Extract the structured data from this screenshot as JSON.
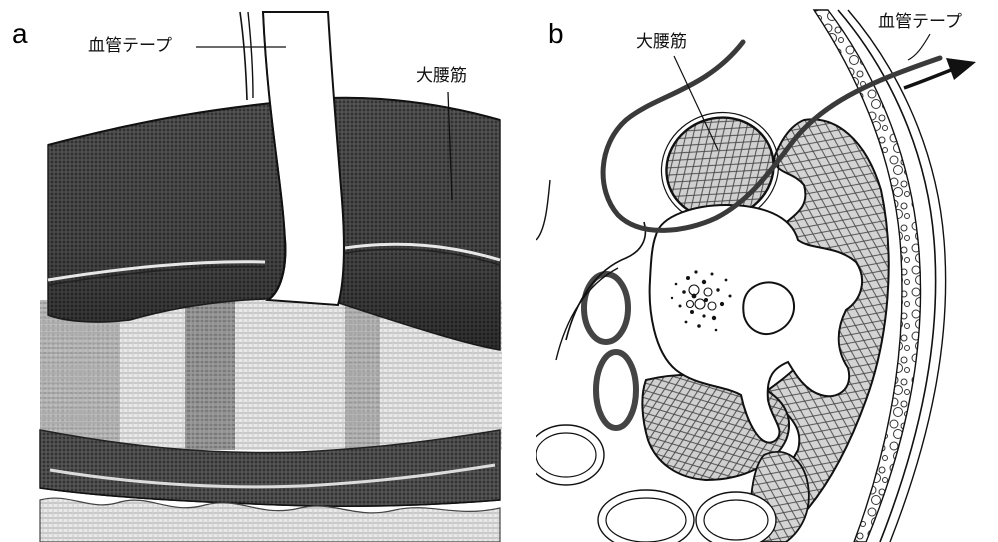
{
  "figure": {
    "panel_a": {
      "letter": "a",
      "labels": {
        "vessel_tape": "血管テープ",
        "psoas": "大腰筋"
      }
    },
    "panel_b": {
      "letter": "b",
      "labels": {
        "vessel_tape": "血管テープ",
        "psoas": "大腰筋"
      }
    }
  },
  "colors": {
    "ink": "#111111",
    "muscle_dark": "#3a3a3a",
    "muscle_mid": "#7a7a7a",
    "background": "#ffffff"
  }
}
